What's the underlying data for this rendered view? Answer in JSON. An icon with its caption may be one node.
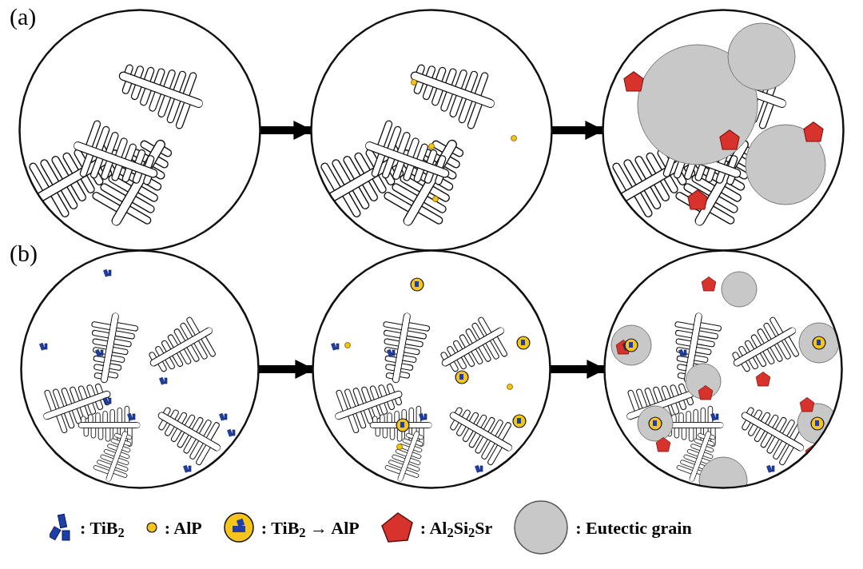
{
  "diagram": {
    "nodes": [
      {
        "text": [],
        "shape": "picture"
      },
      {
        "text": [],
        "shape": "picture"
      },
      {
        "text": [],
        "shape": "picture"
      },
      {
        "text": [],
        "shape": "picture"
      },
      {
        "text": [],
        "shape": "picture"
      },
      {
        "text": [],
        "shape": "picture"
      }
    ],
    "edges": [
      {
        "from": 0,
        "to": 1,
        "arrow": "to"
      },
      {
        "from": 1,
        "to": 2,
        "arrow": "to"
      },
      {
        "from": 3,
        "to": 4,
        "arrow": "to"
      },
      {
        "from": 4,
        "to": 5,
        "arrow": "to"
      }
    ],
    "labels": [
      "(a)",
      "(b)"
    ],
    "legend": [
      {
        "text": ": TiB$_{2}$"
      },
      {
        "text": ": AlP"
      },
      {
        "text": ": TiB$_{2}$ → AlP"
      },
      {
        "text": ": Al$_{2}$Si$_{2}$Sr"
      },
      {
        "text": ": Eutectic grain"
      }
    ]
  }
}
